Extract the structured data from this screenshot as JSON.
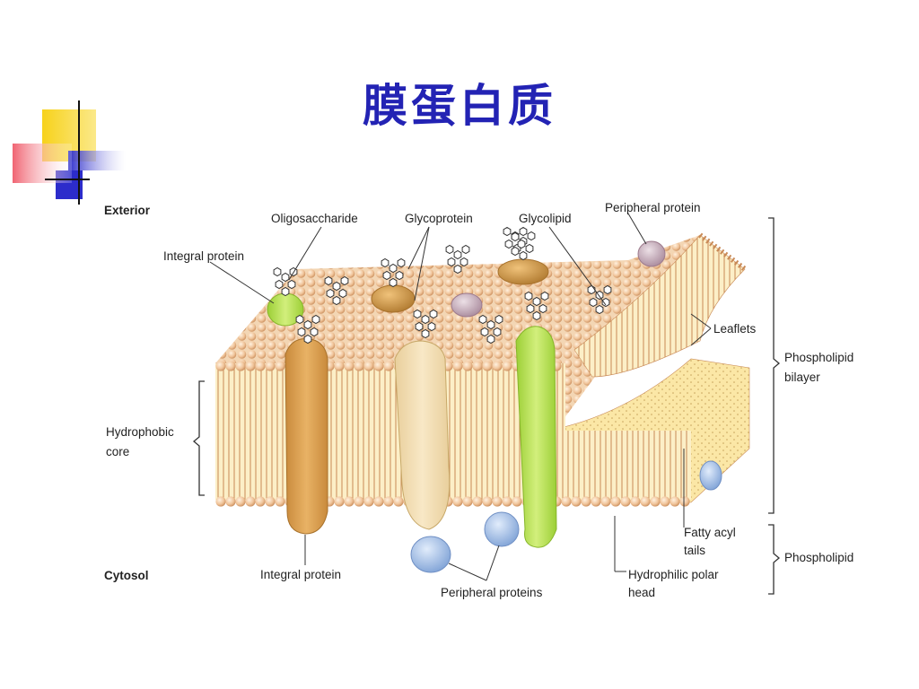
{
  "slide": {
    "title": "膜蛋白质"
  },
  "diagram": {
    "side_labels": {
      "exterior": "Exterior",
      "cytosol": "Cytosol"
    },
    "labels": {
      "oligosaccharide": "Oligosaccharide",
      "glycoprotein": "Glycoprotein",
      "glycolipid": "Glycolipid",
      "peripheral_protein_top": "Peripheral protein",
      "integral_protein_top": "Integral protein",
      "leaflets": "Leaflets",
      "hydrophobic_core_1": "Hydrophobic",
      "hydrophobic_core_2": "core",
      "phospholipid_bilayer_1": "Phospholipid",
      "phospholipid_bilayer_2": "bilayer",
      "fatty_acyl_1": "Fatty acyl",
      "fatty_acyl_2": "tails",
      "phospholipid": "Phospholipid",
      "integral_protein_bottom": "Integral protein",
      "peripheral_proteins_bottom": "Peripheral proteins",
      "hydrophilic_1": "Hydrophilic polar",
      "hydrophilic_2": "head"
    }
  },
  "colors": {
    "title": "#2323b4",
    "head_beads": "#f0c9a0",
    "tail_lines": "#c98a56",
    "membrane_fill": "#fbeec2",
    "integral_protein": "#d9a04a",
    "glycoprotein": "#f3ddb0",
    "green_protein": "#b6dd55",
    "peripheral_blue": "#9fbde6",
    "peripheral_mauve": "#c9aebd",
    "deco_yellow": "#f7d21b",
    "deco_blue": "#2c2ccb",
    "deco_red": "#f06472"
  }
}
